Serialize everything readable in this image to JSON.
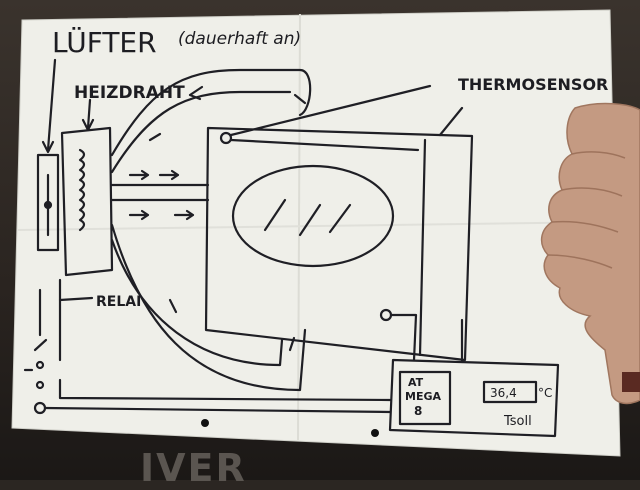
{
  "labels": {
    "fan": "LÜFTER",
    "fan_note": "(dauerhaft an)",
    "heater_wire": "HEIZDRAHT",
    "thermo_sensor": "THERMOSENSOR",
    "relay": "RELAI",
    "mcu_line1": "AT",
    "mcu_line2": "MEGA",
    "mcu_line3": "8",
    "display_value": "36,4",
    "display_unit": "°C",
    "display_label": "Tsoll"
  },
  "shirt": {
    "text": "IVER"
  }
}
